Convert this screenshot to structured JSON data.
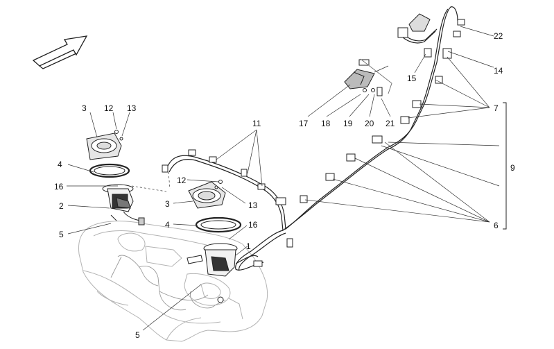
{
  "callouts": [
    {
      "id": "c1",
      "text": "1"
    },
    {
      "id": "c2",
      "text": "2"
    },
    {
      "id": "c3a",
      "text": "3"
    },
    {
      "id": "c3b",
      "text": "3"
    },
    {
      "id": "c4a",
      "text": "4"
    },
    {
      "id": "c4b",
      "text": "4"
    },
    {
      "id": "c5a",
      "text": "5"
    },
    {
      "id": "c5b",
      "text": "5"
    },
    {
      "id": "c6",
      "text": "6"
    },
    {
      "id": "c7",
      "text": "7"
    },
    {
      "id": "c9",
      "text": "9"
    },
    {
      "id": "c11",
      "text": "11"
    },
    {
      "id": "c12a",
      "text": "12"
    },
    {
      "id": "c12b",
      "text": "12"
    },
    {
      "id": "c13a",
      "text": "13"
    },
    {
      "id": "c13b",
      "text": "13"
    },
    {
      "id": "c14",
      "text": "14"
    },
    {
      "id": "c15",
      "text": "15"
    },
    {
      "id": "c16a",
      "text": "16"
    },
    {
      "id": "c16b",
      "text": "16"
    },
    {
      "id": "c17",
      "text": "17"
    },
    {
      "id": "c18",
      "text": "18"
    },
    {
      "id": "c19",
      "text": "19"
    },
    {
      "id": "c20",
      "text": "20"
    },
    {
      "id": "c21",
      "text": "21"
    },
    {
      "id": "c22",
      "text": "22"
    }
  ],
  "colors": {
    "line": "#222222",
    "ghost": "#b8b8b8",
    "fill": "#ffffff",
    "shade": "#d9d9d9"
  }
}
